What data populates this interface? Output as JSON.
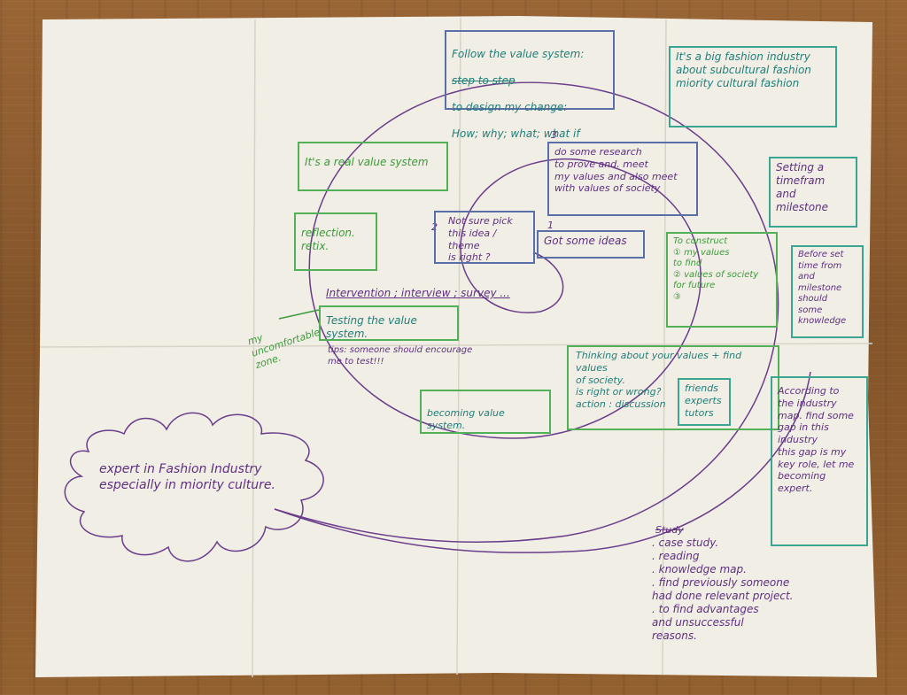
{
  "notes": {
    "value_system_title": "Follow the value system:",
    "value_system_strike": "step to step",
    "value_system_line2": "to design my change:",
    "value_system_line3": "How; why; what; what if",
    "fashion_industry": "It's a big fashion industry\nabout subcultural fashion\nmiority cultural fashion",
    "real_value": "It's a real value system",
    "research_num": "3",
    "research": "do some research\nto prove and. meet\nmy values and also meet\nwith values of society",
    "setting": "Setting a\ntimefram\nand milestone",
    "before_set": "Before set\ntime from\nand milestone\nshould\nsome knowledge",
    "reflection": "reflection.\nretix.",
    "pick_num": "2",
    "pick": "Not sure pick\nthis idea / theme\nis right ?",
    "got_num": "1",
    "got": "Got some ideas",
    "construct": "To construct\n① my values\nto find\n② values of society\nfor future\n③",
    "intervention": "Intervention ; interview ; survey ...",
    "testing": "Testing the value system.",
    "tips": "tips: someone should encourage\nme to test!!!",
    "comfort_zone": "my\nuncomfortable\nzone.",
    "thinking": "Thinking about your values + find values\nof society.\nis right or wrong?\naction : discussion",
    "friends": "friends\nexperts\ntutors",
    "becoming_value": "becoming value system.",
    "according": "According to\nthe industry\nmap. find some\ngap in this industry\nthis gap is my\nkey role, let me\nbecoming expert.",
    "expert_cloud": "expert in Fashion Industry\nespecially in miority culture.",
    "study": "Study",
    "study_list": ". case study.\n. reading\n. knowledge map.\n. find previously someone\nhad done relevant project.\n. to find advantages\nand unsuccessful\nreasons."
  }
}
